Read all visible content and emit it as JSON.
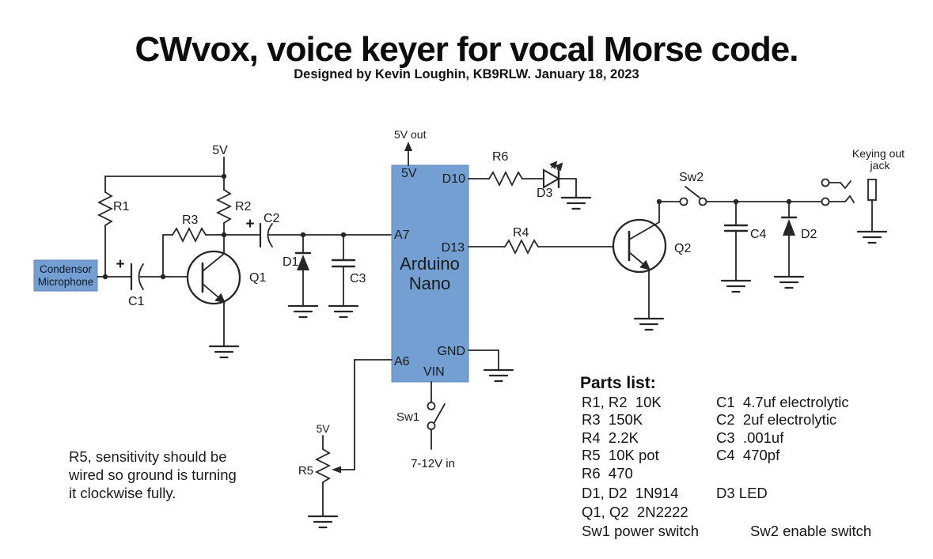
{
  "title": "CWvox, voice keyer for vocal Morse code.",
  "subtitle": "Designed by Kevin Loughin, KB9RLW. January 18, 2023",
  "colors": {
    "block_blue": "#739fd3",
    "wire": "#262626"
  },
  "mic": {
    "line1": "Condensor",
    "line2": "Microphone"
  },
  "labels": {
    "v5_top": "5V",
    "r1": "R1",
    "r2": "R2",
    "r3": "R3",
    "r4": "R4",
    "r6": "R6",
    "c1": "C1",
    "c2": "C2",
    "c3": "C3",
    "c4": "C4",
    "d1": "D1",
    "d2": "D2",
    "d3": "D3",
    "q1": "Q1",
    "q2": "Q2",
    "plus_c1": "+",
    "plus_c2": "+",
    "v5_out": "5V out",
    "sw2": "Sw2",
    "keying_line1": "Keying out",
    "keying_line2": "jack",
    "sw1": "Sw1",
    "supply_in": "7-12V in",
    "r5_v5": "5V",
    "r5": "R5"
  },
  "arduino": {
    "pin_5v": "5V",
    "pin_d10": "D10",
    "pin_a7": "A7",
    "pin_d13": "D13",
    "pin_gnd": "GND",
    "pin_a6": "A6",
    "pin_vin": "VIN",
    "name1": "Arduino",
    "name2": "Nano"
  },
  "note": {
    "line1": "R5, sensitivity should be",
    "line2": "wired so ground is turning",
    "line3": "it clockwise fully."
  },
  "parts": {
    "heading": "Parts list:",
    "left": [
      "R1, R2  10K",
      "R3  150K",
      "R4  2.2K",
      "R5  10K pot",
      "R6  470",
      "D1, D2  1N914",
      "Q1, Q2  2N2222",
      "Sw1 power switch"
    ],
    "right": [
      "C1  4.7uf electrolytic",
      "C2  2uf electrolytic",
      "C3  .001uf",
      "C4  470pf",
      "D3 LED",
      "Sw2 enable switch"
    ]
  }
}
